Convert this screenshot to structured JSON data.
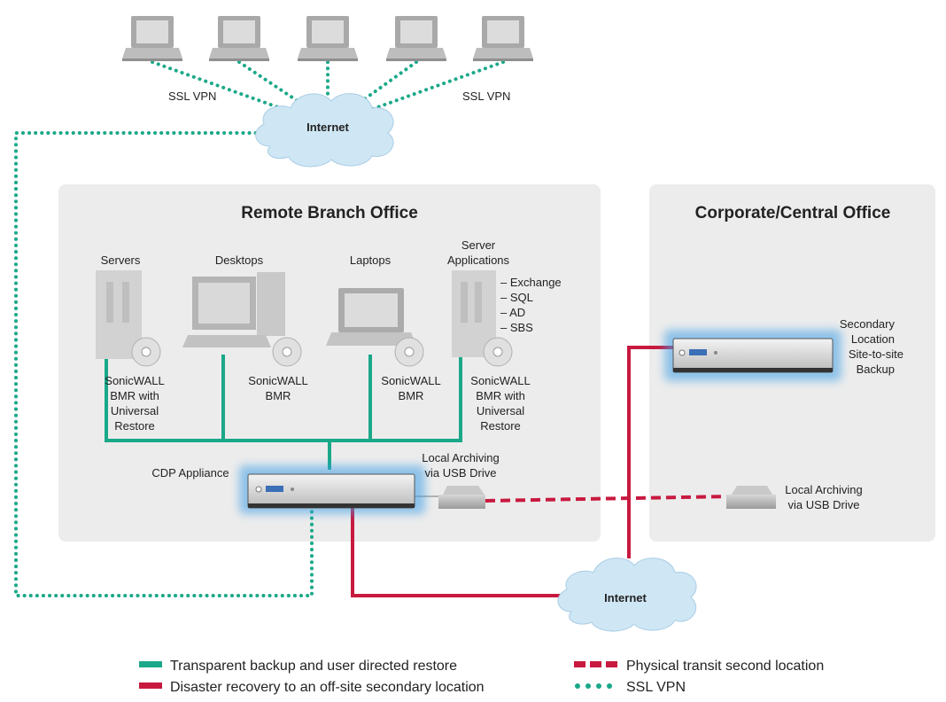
{
  "clouds": {
    "top": {
      "label": "Internet"
    },
    "bottom": {
      "label": "Internet"
    }
  },
  "vpn_labels": {
    "left": "SSL VPN",
    "right": "SSL VPN"
  },
  "remote_office": {
    "title": "Remote Branch Office",
    "devices": {
      "servers": "Servers",
      "desktops": "Desktops",
      "laptops": "Laptops",
      "server_apps": [
        "Server",
        "Applications"
      ]
    },
    "apps_list": [
      "– Exchange",
      "– SQL",
      "– AD",
      "– SBS"
    ],
    "bmr": {
      "servers": [
        "SonicWALL",
        "BMR with",
        "Universal",
        "Restore"
      ],
      "desktops": [
        "SonicWALL",
        "BMR"
      ],
      "laptops": [
        "SonicWALL",
        "BMR"
      ],
      "server_apps": [
        "SonicWALL",
        "BMR with",
        "Universal",
        "Restore"
      ]
    },
    "appliance": "CDP Appliance",
    "archiving": [
      "Local Archiving",
      "via USB Drive"
    ]
  },
  "corporate_office": {
    "title": "Corporate/Central Office",
    "secondary": [
      "Secondary",
      "Location",
      "Site-to-site",
      "Backup"
    ],
    "archiving": [
      "Local Archiving",
      "via USB Drive"
    ]
  },
  "legend": {
    "green": "Transparent backup and user directed restore",
    "red": "Disaster recovery to an off-site secondary location",
    "dashed": "Physical transit second location",
    "dotted": "SSL VPN"
  },
  "colors": {
    "backup_line": "#1aa889",
    "recovery_line": "#c8193f",
    "vpn_dots": "#1aa889",
    "office_panel": "#ececec",
    "cloud": "#cfe6f4"
  }
}
